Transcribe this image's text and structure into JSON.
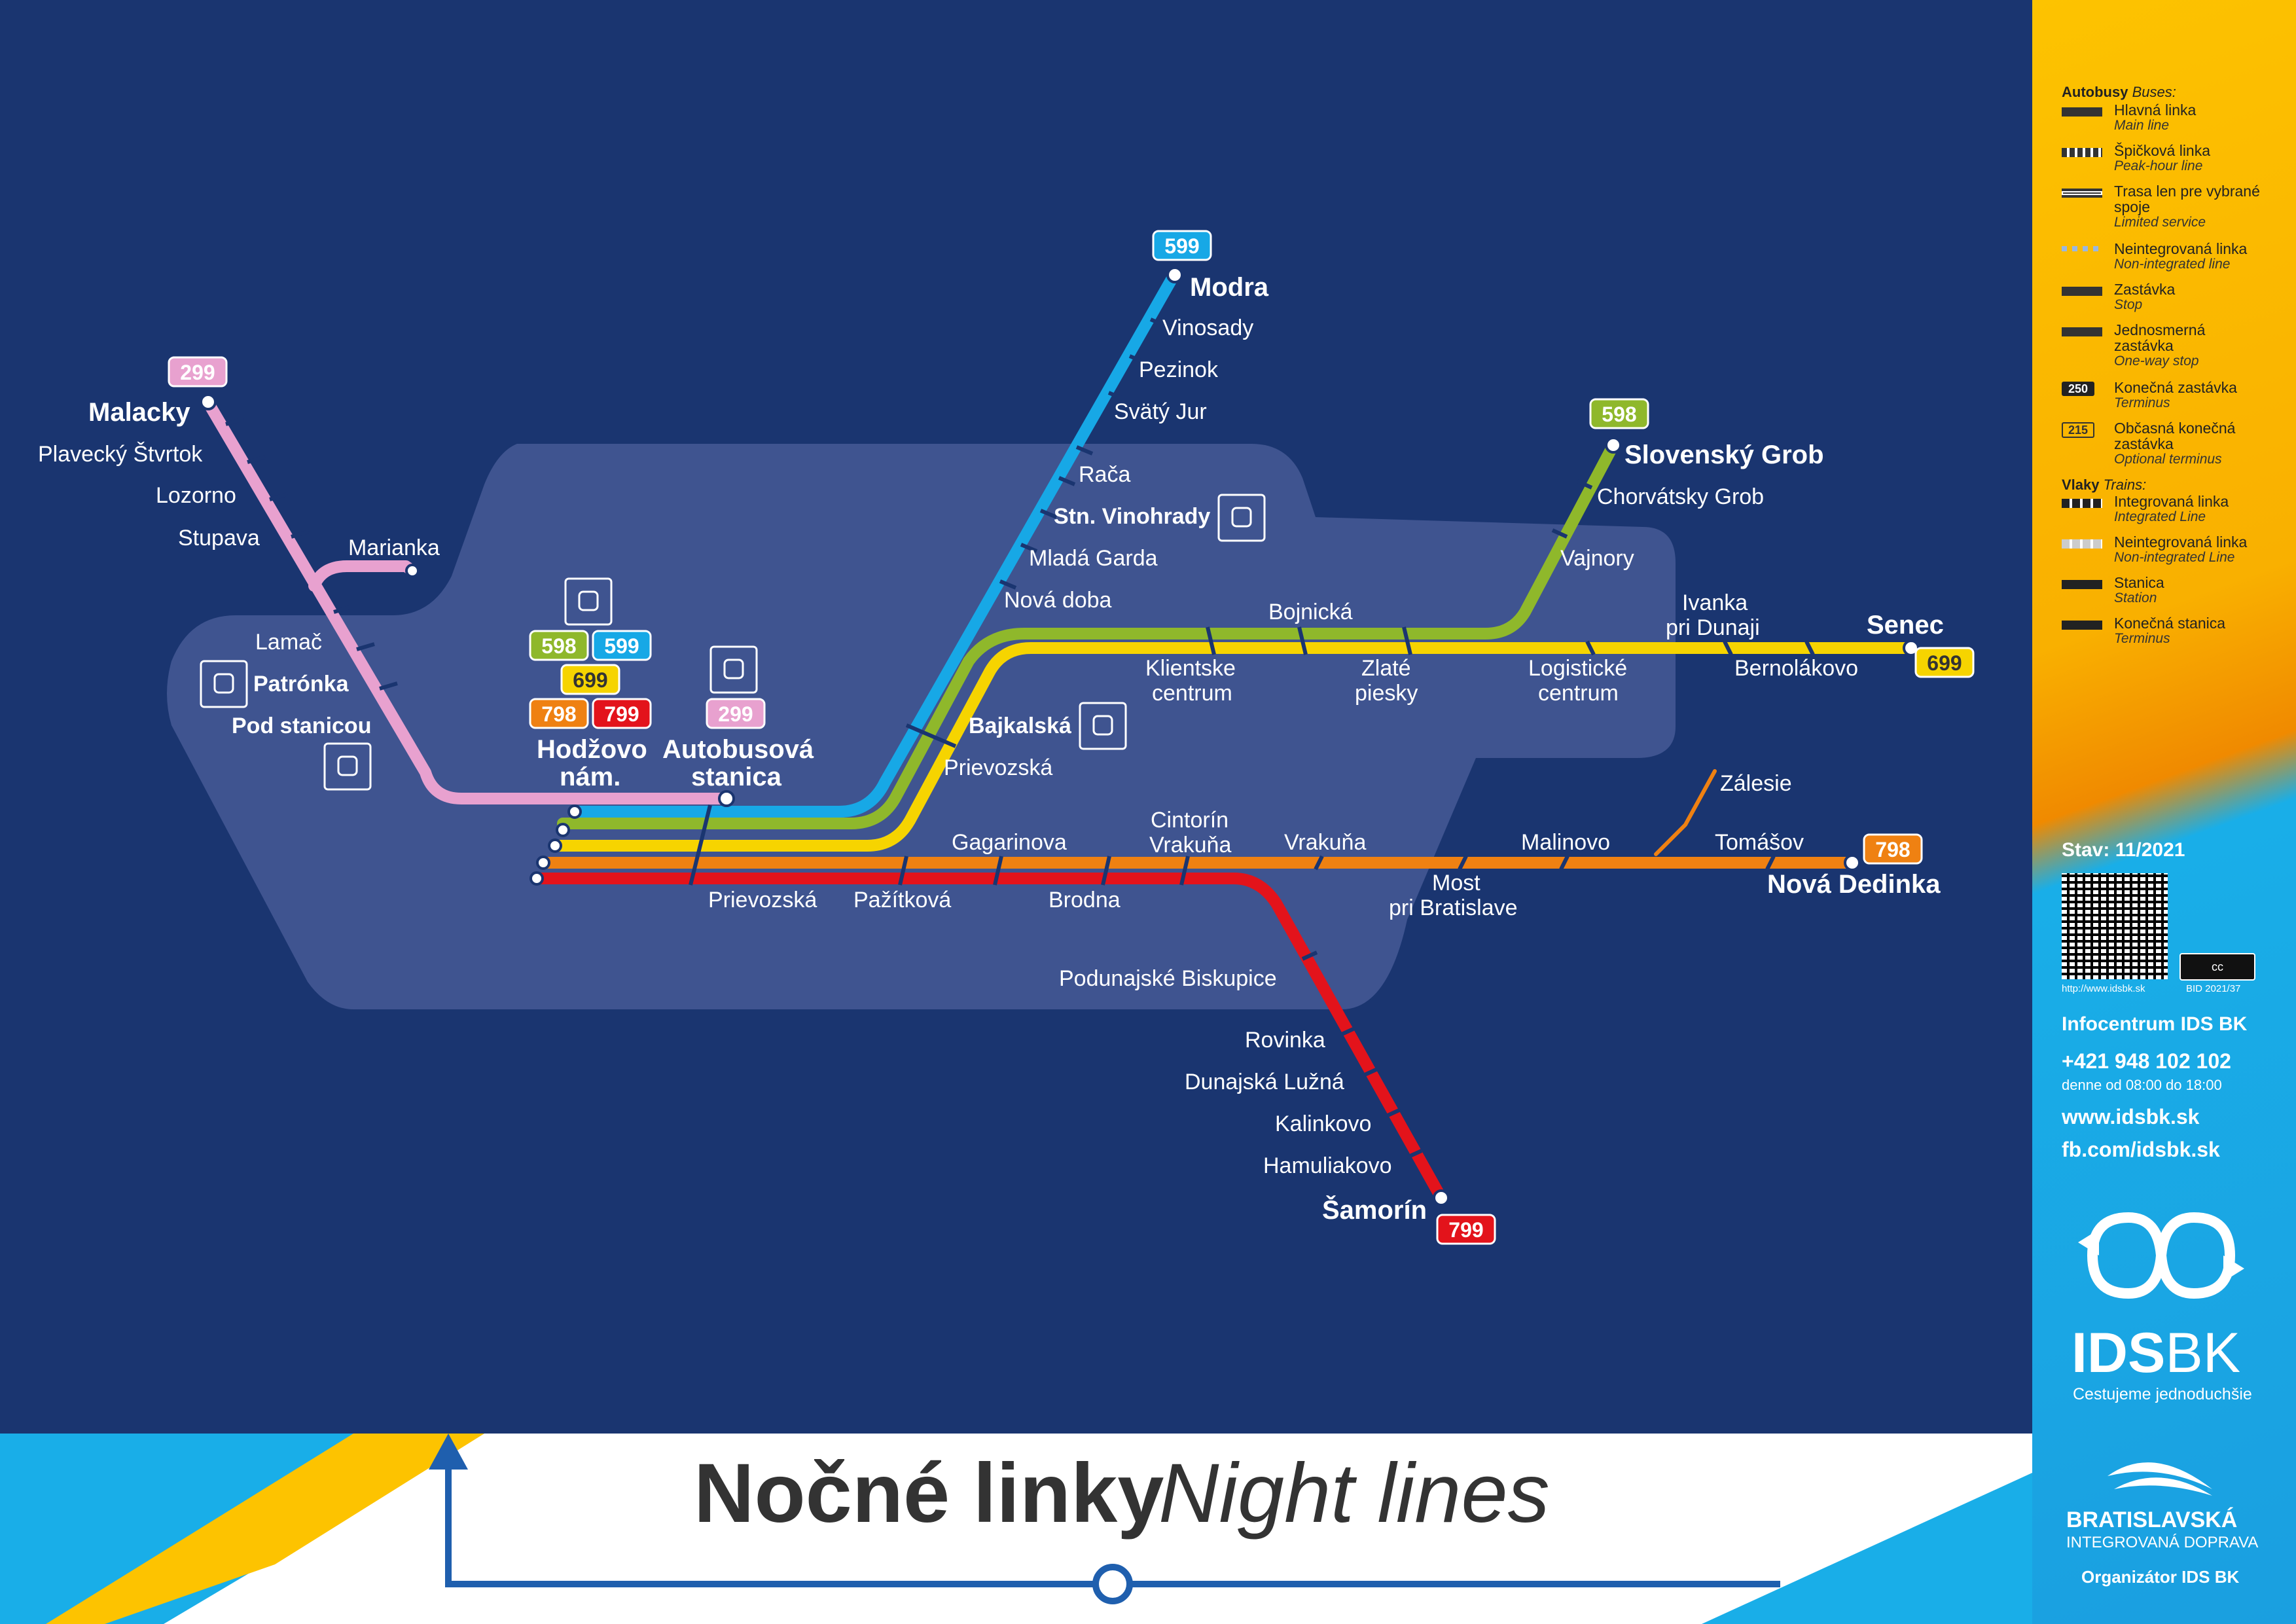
{
  "title": {
    "sk": "Nočné linky",
    "en": "Night lines"
  },
  "colors": {
    "background": "#1a3570",
    "zone": "#3f5490",
    "line_299": "#e8a1cf",
    "line_598": "#8fb82b",
    "line_599": "#17a8e6",
    "line_699": "#f6d400",
    "line_798": "#ef8112",
    "line_799": "#e3131b"
  },
  "badges": {
    "b299_malacky": "299",
    "b599_modra": "599",
    "b598_grob": "598",
    "b699_senec": "699",
    "b798_dedinka": "798",
    "b799_samorin": "799",
    "b598_hub": "598",
    "b599_hub": "599",
    "b699_hub": "699",
    "b798_hub": "798",
    "b799_hub": "799",
    "b299_as": "299"
  },
  "stations": {
    "malacky": "Malacky",
    "plavecky": "Plavecký Štvrtok",
    "lozorno": "Lozorno",
    "stupava": "Stupava",
    "marianka": "Marianka",
    "lamac": "Lamač",
    "patronka": "Patrónka",
    "pod_stanicou": "Pod stanicou",
    "hodzovo1": "Hodžovo",
    "hodzovo2": "nám.",
    "as1": "Autobusová",
    "as2": "stanica",
    "modra": "Modra",
    "vinosady": "Vinosady",
    "pezinok": "Pezinok",
    "svaty_jur": "Svätý Jur",
    "raca": "Rača",
    "stn_vinohrady": "Stn. Vinohrady",
    "mlada_garda": "Mladá Garda",
    "nova_doba": "Nová doba",
    "bajkalska": "Bajkalská",
    "prievozska_up": "Prievozská",
    "slovensky_grob": "Slovenský Grob",
    "chorvatsky_grob": "Chorvátsky Grob",
    "vajnory": "Vajnory",
    "bojnicka": "Bojnická",
    "klientske1": "Klientske",
    "klientske2": "centrum",
    "zlate1": "Zlaté",
    "zlate2": "piesky",
    "logisticke1": "Logistické",
    "logisticke2": "centrum",
    "ivanka1": "Ivanka",
    "ivanka2": "pri Dunaji",
    "senec": "Senec",
    "bernolakovo": "Bernolákovo",
    "prievozska_low": "Prievozská",
    "pazitkova": "Pažítková",
    "gagarinova": "Gagarinova",
    "brodna": "Brodna",
    "cintorin1": "Cintorín",
    "cintorin2": "Vrakuňa",
    "vrakuna": "Vrakuňa",
    "most1": "Most",
    "most2": "pri Bratislave",
    "malinovo": "Malinovo",
    "zalesie": "Zálesie",
    "tomasov": "Tomášov",
    "nova_dedinka": "Nová Dedinka",
    "podunajske": "Podunajské Biskupice",
    "rovinka": "Rovinka",
    "dunajska_luzna": "Dunajská Lužná",
    "kalinkovo": "Kalinkovo",
    "hamuliakovo": "Hamuliakovo",
    "samorin": "Šamorín"
  },
  "legend": {
    "buses_sk": "Autobusy",
    "buses_en": "Buses:",
    "items": [
      {
        "sk": "Hlavná linka",
        "en": "Main line"
      },
      {
        "sk": "Špičková linka",
        "en": "Peak-hour line"
      },
      {
        "sk": "Trasa len pre vybrané spoje",
        "en": "Limited service"
      },
      {
        "sk": "Neintegrovaná linka",
        "en": "Non-integrated line"
      },
      {
        "sk": "Zastávka",
        "en": "Stop"
      },
      {
        "sk": "Jednosmerná zastávka",
        "en": "One-way stop"
      },
      {
        "sk": "Konečná zastávka",
        "en": "Terminus"
      },
      {
        "sk": "Občasná konečná zastávka",
        "en": "Optional terminus"
      }
    ],
    "trains_sk": "Vlaky",
    "trains_en": "Trains:",
    "train_items": [
      {
        "sk": "Integrovaná linka",
        "en": "Integrated Line"
      },
      {
        "sk": "Neintegrovaná linka",
        "en": "Non-integrated Line"
      },
      {
        "sk": "Stanica",
        "en": "Station"
      },
      {
        "sk": "Konečná stanica",
        "en": "Terminus"
      }
    ],
    "term_250": "250",
    "term_215": "215"
  },
  "info": {
    "status": "Stav: 11/2021",
    "url_small": "http://www.idsbk.sk",
    "bid": "BID 2021/37",
    "infocentrum": "Infocentrum IDS BK",
    "phone": "+421 948 102 102",
    "hours": "denne od 08:00 do 18:00",
    "web": "www.idsbk.sk",
    "fb": "fb.com/idsbk.sk",
    "brand_ids": "IDS",
    "brand_bk": "BK",
    "slogan": "Cestujeme jednoduchšie",
    "bid_name1": "BRATISLAVSKÁ",
    "bid_name2": "INTEGROVANÁ DOPRAVA",
    "organizer": "Organizátor IDS BK",
    "cc": "cc"
  }
}
